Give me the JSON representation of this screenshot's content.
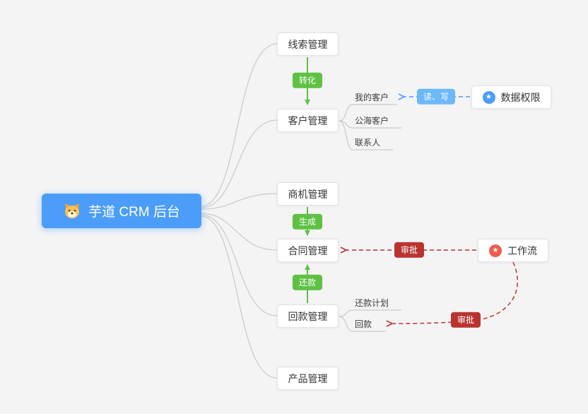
{
  "colors": {
    "bg": "#f4f4f5",
    "blue": "#4b9df9",
    "lightblue": "#6db8f8",
    "green": "#5ec143",
    "red": "#b93330",
    "pink": "#f25b50",
    "gray": "#c9c9cd",
    "node_border": "#e3e3e7",
    "text": "#333333"
  },
  "root_node": {
    "label": "芋道 CRM 后台",
    "icon": "dog"
  },
  "nodes": {
    "leads": {
      "label": "线索管理"
    },
    "customer": {
      "label": "客户管理"
    },
    "opportunity": {
      "label": "商机管理"
    },
    "contract": {
      "label": "合同管理"
    },
    "receivable": {
      "label": "回款管理"
    },
    "product": {
      "label": "产品管理"
    },
    "data_permission": {
      "label": "数据权限",
      "icon": "star"
    },
    "workflow": {
      "label": "工作流",
      "icon": "star"
    }
  },
  "sub_labels": {
    "my_customer": "我的客户",
    "public_customer": "公海客户",
    "contact": "联系人",
    "repayment_plan": "还款计划",
    "repayment": "回款"
  },
  "badges": {
    "convert": "转化",
    "generate": "生成",
    "repay": "还款",
    "read_write": "读、写",
    "approve_contract": "审批",
    "approve_receivable": "审批"
  },
  "icons": {
    "star_glyph": "★"
  }
}
